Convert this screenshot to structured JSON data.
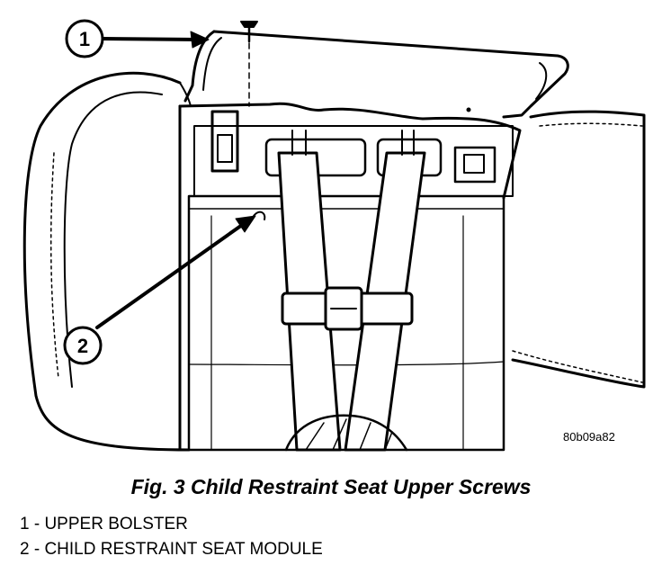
{
  "figure": {
    "reference_code": "80b09a82",
    "callouts": [
      {
        "number": "1",
        "target": "UPPER BOLSTER"
      },
      {
        "number": "2",
        "target": "CHILD RESTRAINT SEAT MODULE"
      }
    ]
  },
  "caption": "Fig. 3 Child Restraint Seat Upper Screws",
  "legend": [
    {
      "text": "1 - UPPER BOLSTER"
    },
    {
      "text": "2 - CHILD RESTRAINT SEAT MODULE"
    }
  ]
}
